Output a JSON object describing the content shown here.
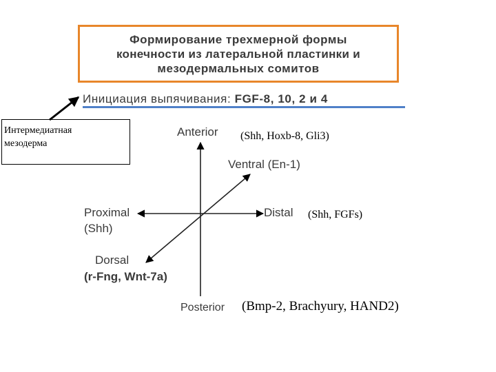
{
  "title": {
    "line1": "Формирование трехмерной формы",
    "line2": "конечности из латеральной пластинки и",
    "line3": "мезодермальных сомитов"
  },
  "subtitle": {
    "lead": "Инициация выпячивания:",
    "genes": "FGF-8, 10, 2 и 4"
  },
  "note": {
    "line1": "Интермедиатная",
    "line2": "мезодерма"
  },
  "axes": {
    "anterior": "Anterior",
    "anterior_genes": "(Shh, Hoxb-8, Gli3)",
    "ventral": "Ventral (En-1)",
    "proximal": "Proximal",
    "proximal_genes": "(Shh)",
    "distal": "Distal",
    "distal_genes": "(Shh, FGFs)",
    "dorsal": "Dorsal",
    "dorsal_genes": "(r-Fng, Wnt-7a)",
    "posterior": "Posterior",
    "posterior_genes": "(Bmp-2,  Brachyury, HAND2)"
  },
  "colors": {
    "frame": "#e8862a",
    "underline": "#4f80c8",
    "text": "#3a3a3a",
    "arrow": "#000000"
  }
}
